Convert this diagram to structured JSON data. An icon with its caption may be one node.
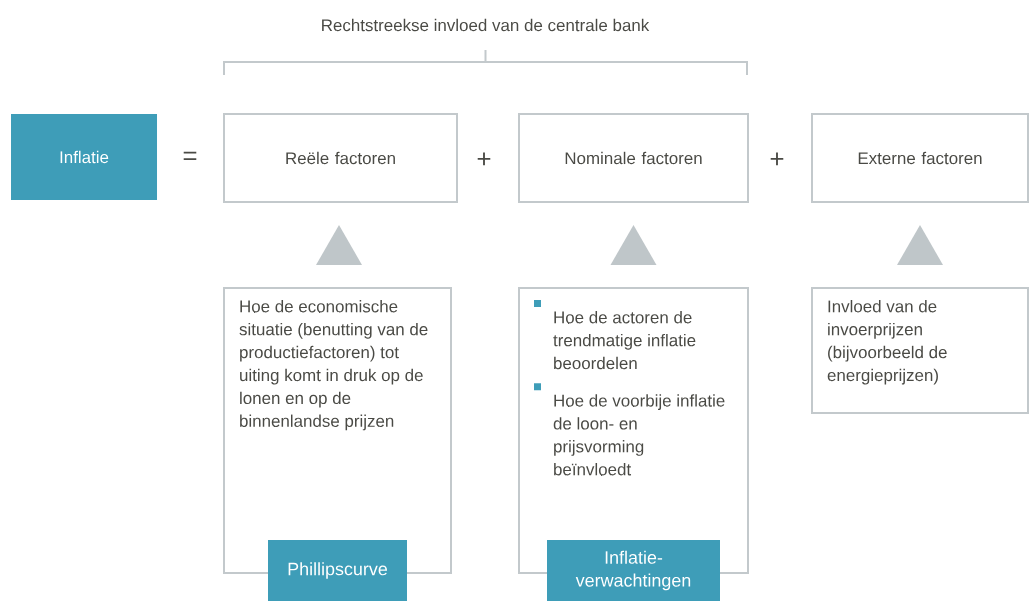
{
  "diagram": {
    "nodes": [
      {
        "text": [
          "Inflatie"
        ]
      },
      {
        "text": [
          "Reële factoren"
        ]
      },
      {
        "text": [
          "Nominale factoren"
        ]
      },
      {
        "text": [
          "Externe factoren"
        ]
      },
      {
        "text": [
          "Hoe de economische situatie (benutting van de productiefactoren) tot uiting komt in druk op de lonen en op de binnenlandse prijzen"
        ]
      },
      {
        "text": [
          "Phillipscurve"
        ]
      },
      {
        "text": [
          "Hoe de actoren de trendmatige inflatie beoordelen",
          "Hoe de voorbije inflatie de loon- en prijsvorming beïnvloedt"
        ]
      },
      {
        "text": [
          "Inflatie-verwachtingen"
        ]
      },
      {
        "text": [
          "Invloed van de invoerprijzen (bijvoorbeeld de energieprijzen)"
        ]
      }
    ],
    "edges": [
      {
        "from": 4,
        "to": 1,
        "arrow": "to"
      },
      {
        "from": 6,
        "to": 2,
        "arrow": "to"
      },
      {
        "from": 8,
        "to": 3,
        "arrow": "to"
      }
    ],
    "labels": [
      "Rechtstreekse invloed van de centrale bank",
      "=",
      "+",
      "+"
    ]
  }
}
